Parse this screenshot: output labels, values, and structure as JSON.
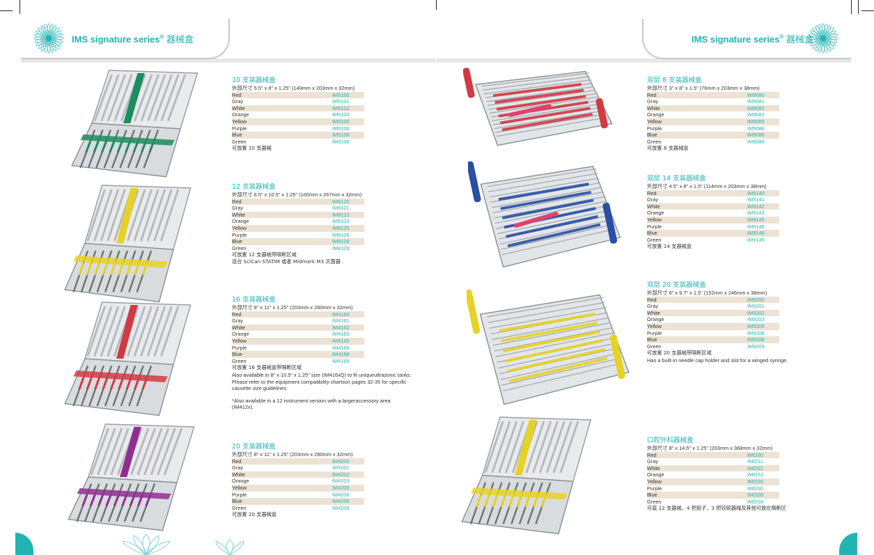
{
  "brand": {
    "series": "IMS signature series",
    "reg_mark": "®",
    "category": "器械盒"
  },
  "colors": {
    "accent": "#22b3b3",
    "row_shade": "#ece3d5",
    "red": "#d23a43",
    "gray": "#8a8a8a",
    "orange": "#e9892b",
    "yellow": "#e6d225",
    "purple": "#8e2f8f",
    "blue": "#2a4fa3",
    "green": "#1d8c5e",
    "pink": "#e0426d"
  },
  "left": [
    {
      "title": "10 支装器械盒",
      "dims": "外部尺寸  5.5\" x 8\" x 1.25\" (140mm x 203mm x 32mm)",
      "rows": [
        {
          "color": "Red",
          "code": "IM5100"
        },
        {
          "color": "Gray",
          "code": "IM5101"
        },
        {
          "color": "White",
          "code": "IM5102"
        },
        {
          "color": "Orange",
          "code": "IM5103"
        },
        {
          "color": "Yellow",
          "code": "IM5105"
        },
        {
          "color": "Purple",
          "code": "IM5106"
        },
        {
          "color": "Blue",
          "code": "IM5108"
        },
        {
          "color": "Green",
          "code": "IM5109"
        }
      ],
      "notes": [
        "可放置 10 支器械"
      ],
      "paras": []
    },
    {
      "title": "12 支装器械盒",
      "dims": "外部尺寸  6.5\" x 10.5\" x 1.25\" (165mm x 267mm x 32mm)",
      "rows": [
        {
          "color": "Red",
          "code": "IM8120"
        },
        {
          "color": "Gray",
          "code": "IM8121"
        },
        {
          "color": "White",
          "code": "IM8122"
        },
        {
          "color": "Orange",
          "code": "IM8123"
        },
        {
          "color": "Yellow",
          "code": "IM8125"
        },
        {
          "color": "Purple",
          "code": "IM8126"
        },
        {
          "color": "Blue",
          "code": "IM8128"
        },
        {
          "color": "Green",
          "code": "IM8129"
        }
      ],
      "notes": [
        "可放置 12 支器械带隔断区域",
        "适合 SciCan STATIM 或者 Midmark M3 灭菌器 ."
      ],
      "paras": []
    },
    {
      "title": "16 支装器械盒",
      "dims": "外部尺寸  8\" x 11\" x 1.25\" (203mm x 280mm x 32mm)",
      "rows": [
        {
          "color": "Red",
          "code": "IM4160"
        },
        {
          "color": "Gray",
          "code": "IM4161"
        },
        {
          "color": "White",
          "code": "IM4162"
        },
        {
          "color": "Orange",
          "code": "IM4163"
        },
        {
          "color": "Yellow",
          "code": "IM4165"
        },
        {
          "color": "Purple",
          "code": "IM4166"
        },
        {
          "color": "Blue",
          "code": "IM4168"
        },
        {
          "color": "Green",
          "code": "IM4169"
        }
      ],
      "notes": [
        "可放置 16 支器械盒带隔断区域"
      ],
      "paras": [
        "Also available in 8\" x 10.5\" x 1.25\" size (IM416xQ) to fit uniqueultrasonic tanks. Please refer to the equipment compatibility chartson pages 32-35 for specific cassette size guidelines.",
        "*Also available in a 12 instrument version with a largeraccessory area (IM412x)."
      ]
    },
    {
      "title": "20 支装器械盒",
      "dims": "外部尺寸  8\" x 11\" x 1.25\" (203mm x 280mm x 32mm)",
      "rows": [
        {
          "color": "Red",
          "code": "IM4200"
        },
        {
          "color": "Gray",
          "code": "IM4201"
        },
        {
          "color": "White",
          "code": "IM4202"
        },
        {
          "color": "Orange",
          "code": "IM4203"
        },
        {
          "color": "Yellow",
          "code": "IM4205"
        },
        {
          "color": "Purple",
          "code": "IM4206"
        },
        {
          "color": "Blue",
          "code": "IM4208"
        },
        {
          "color": "Green",
          "code": "IM4209"
        }
      ],
      "notes": [
        "可放置 20 支器械盒"
      ],
      "paras": []
    }
  ],
  "right": [
    {
      "title": "双层 8 支装器械盒",
      "dims": "外部尺寸 3\" x 8\" x 1.5\" (76mm x 203mm x 38mm)",
      "rows": [
        {
          "color": "Red",
          "code": "IM9080"
        },
        {
          "color": "Gray",
          "code": "IM9081"
        },
        {
          "color": "White",
          "code": "IM9082"
        },
        {
          "color": "Orange",
          "code": "IM9083"
        },
        {
          "color": "Yellow",
          "code": "IM9085"
        },
        {
          "color": "Purple",
          "code": "IM9086"
        },
        {
          "color": "Blue",
          "code": "IM9088"
        },
        {
          "color": "Green",
          "code": "IM9089"
        }
      ],
      "notes": [
        "可放置 8 支器械盒"
      ],
      "paras": []
    },
    {
      "title": "双层 14 支装器械盒",
      "dims": "外部尺寸  4.5\" x 8\" x 1.5\" (114mm x 203mm x 38mm)",
      "rows": [
        {
          "color": "Red",
          "code": "IM9140"
        },
        {
          "color": "Gray",
          "code": "IM9141"
        },
        {
          "color": "White",
          "code": "IM9142"
        },
        {
          "color": "Orange",
          "code": "IM9143"
        },
        {
          "color": "Yellow",
          "code": "IM9145"
        },
        {
          "color": "Purple",
          "code": "IM9146"
        },
        {
          "color": "Blue",
          "code": "IM9148"
        },
        {
          "color": "Green",
          "code": "IM9149"
        }
      ],
      "notes": [
        "可放置 14 支器械盒"
      ],
      "paras": []
    },
    {
      "title": "双层 20 支装器械盒",
      "dims": "外部尺寸 6\" x 9.7\" x 1.5\" (152mm x 246mm x 38mm)",
      "rows": [
        {
          "color": "Red",
          "code": "IM9200"
        },
        {
          "color": "Gray",
          "code": "IM9201"
        },
        {
          "color": "White",
          "code": "IM9202"
        },
        {
          "color": "Orange",
          "code": "IM9203"
        },
        {
          "color": "Yellow",
          "code": "IM9205"
        },
        {
          "color": "Purple",
          "code": "IM9206"
        },
        {
          "color": "Blue",
          "code": "IM9208"
        },
        {
          "color": "Green",
          "code": "IM9209"
        }
      ],
      "notes": [
        "可放置 20 支器械带隔断区域"
      ],
      "paras": [
        "Has a built-in needle cap holder and slot for a winged syringe."
      ]
    },
    {
      "title": "口腔外科器械盒",
      "dims": "外部尺寸  8\" x 14.5\" x 1.25\" (203mm x 368mm x 32mm)",
      "rows": [
        {
          "color": "Red",
          "code": "IMOS0"
        },
        {
          "color": "Gray",
          "code": "IMOS1"
        },
        {
          "color": "White",
          "code": "IMOS2"
        },
        {
          "color": "Orange",
          "code": "IMOS3"
        },
        {
          "color": "Yellow",
          "code": "IMOS5"
        },
        {
          "color": "Purple",
          "code": "IMOS6"
        },
        {
          "color": "Blue",
          "code": "IMOS8"
        },
        {
          "color": "Green",
          "code": "IMOS9"
        }
      ],
      "notes": [
        "可装 12 支器械，4 把挺子，3 把铰链器械及其他可放在隔断区"
      ],
      "paras": []
    }
  ],
  "photos": [
    {
      "name": "cassette-10-green-photo",
      "accent": "green",
      "style": "open"
    },
    {
      "name": "cassette-12-yellow-photo",
      "accent": "yellow",
      "style": "open"
    },
    {
      "name": "cassette-16-red-photo",
      "accent": "red",
      "style": "open"
    },
    {
      "name": "cassette-20-purple-photo",
      "accent": "purple",
      "style": "open"
    },
    {
      "name": "double-8-red-photo",
      "accent": "red",
      "style": "double"
    },
    {
      "name": "double-14-blue-photo",
      "accent": "blue",
      "style": "double"
    },
    {
      "name": "double-20-yellow-photo",
      "accent": "yellow",
      "style": "double"
    },
    {
      "name": "oral-surgery-yellow-photo",
      "accent": "yellow",
      "style": "open"
    }
  ]
}
